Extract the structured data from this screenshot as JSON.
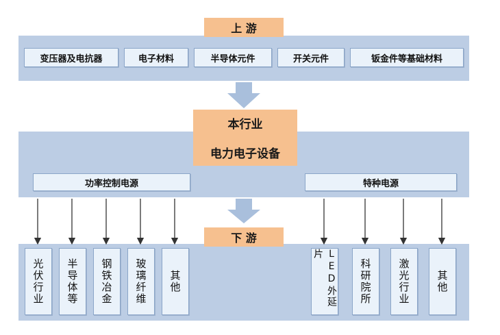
{
  "upstream": {
    "title": "上 游",
    "items": [
      "变压器及电抗器",
      "电子材料",
      "半导体元件",
      "开关元件",
      "钣金件等基础材料"
    ]
  },
  "industry": {
    "title": "本行业",
    "subtitle": "电力电子设备",
    "categories": [
      "功率控制电源",
      "特种电源"
    ]
  },
  "downstream": {
    "title": "下 游",
    "left_items": [
      "光伏行业",
      "半导体等",
      "钢铁冶金",
      "玻璃纤维",
      "其他"
    ],
    "right_items": [
      "LED外延片",
      "科研院所",
      "激光行业",
      "其他"
    ]
  },
  "colors": {
    "band": "#bccde4",
    "header": "#f6c08f",
    "box": "#eaf2fa",
    "arrow": "#a9bfdc"
  }
}
